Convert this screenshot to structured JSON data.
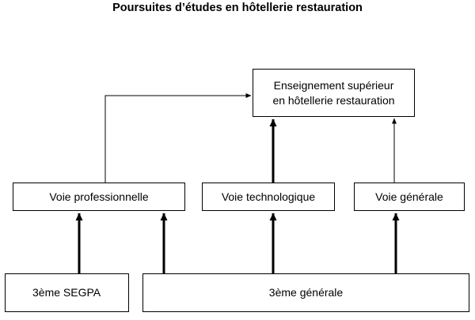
{
  "title": "Poursuites d’études en hôtellerie restauration",
  "boxes": {
    "superieur": {
      "line1": "Enseignement supérieur",
      "line2": "en hôtellerie restauration"
    },
    "professionnelle": "Voie professionnelle",
    "technologique": "Voie technologique",
    "generale": "Voie générale",
    "segpa": "3ème SEGPA",
    "troisieme_generale": "3ème générale"
  }
}
